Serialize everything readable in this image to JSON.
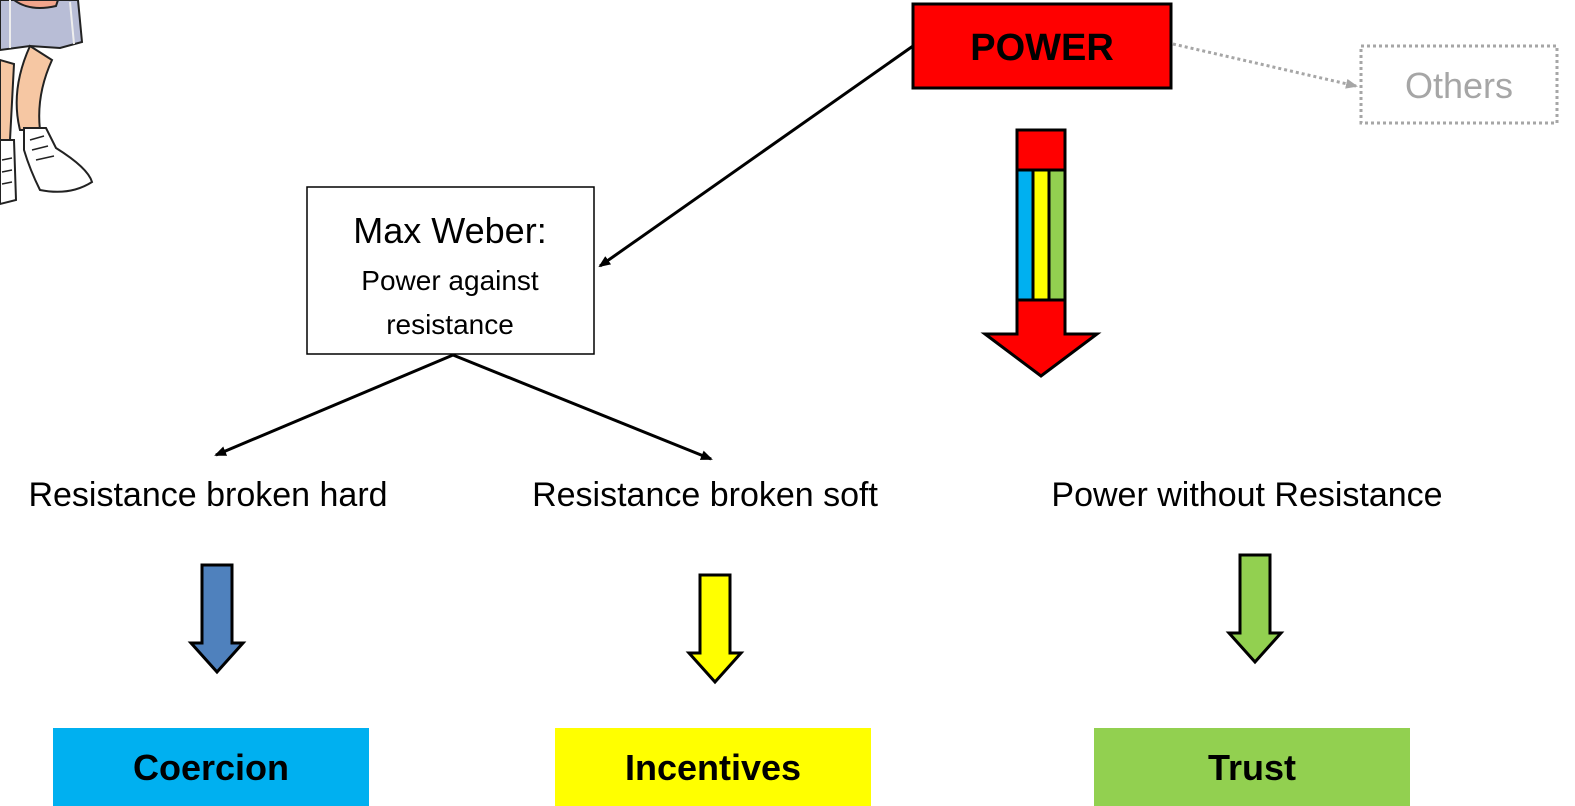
{
  "power_box": {
    "label": "POWER",
    "fill": "#ff0000"
  },
  "others_box": {
    "label": "Others",
    "color": "#a6a6a6"
  },
  "weber_box": {
    "title": "Max Weber:",
    "line1": "Power against",
    "line2": "resistance"
  },
  "branches": {
    "hard": "Resistance broken hard",
    "soft": "Resistance broken soft",
    "without": "Power without Resistance"
  },
  "outcomes": {
    "coercion": {
      "label": "Coercion",
      "fill": "#00b0f0",
      "arrow_fill": "#4f81bd"
    },
    "incentives": {
      "label": "Incentives",
      "fill": "#ffff00",
      "arrow_fill": "#ffff00"
    },
    "trust": {
      "label": "Trust",
      "fill": "#92d050",
      "arrow_fill": "#92d050"
    }
  },
  "striped_arrow": {
    "head_fill": "#ff0000",
    "stripe_colors": [
      "#00b0f0",
      "#ffff00",
      "#92d050"
    ]
  },
  "illustration": {
    "name": "boxer-cartoon"
  }
}
